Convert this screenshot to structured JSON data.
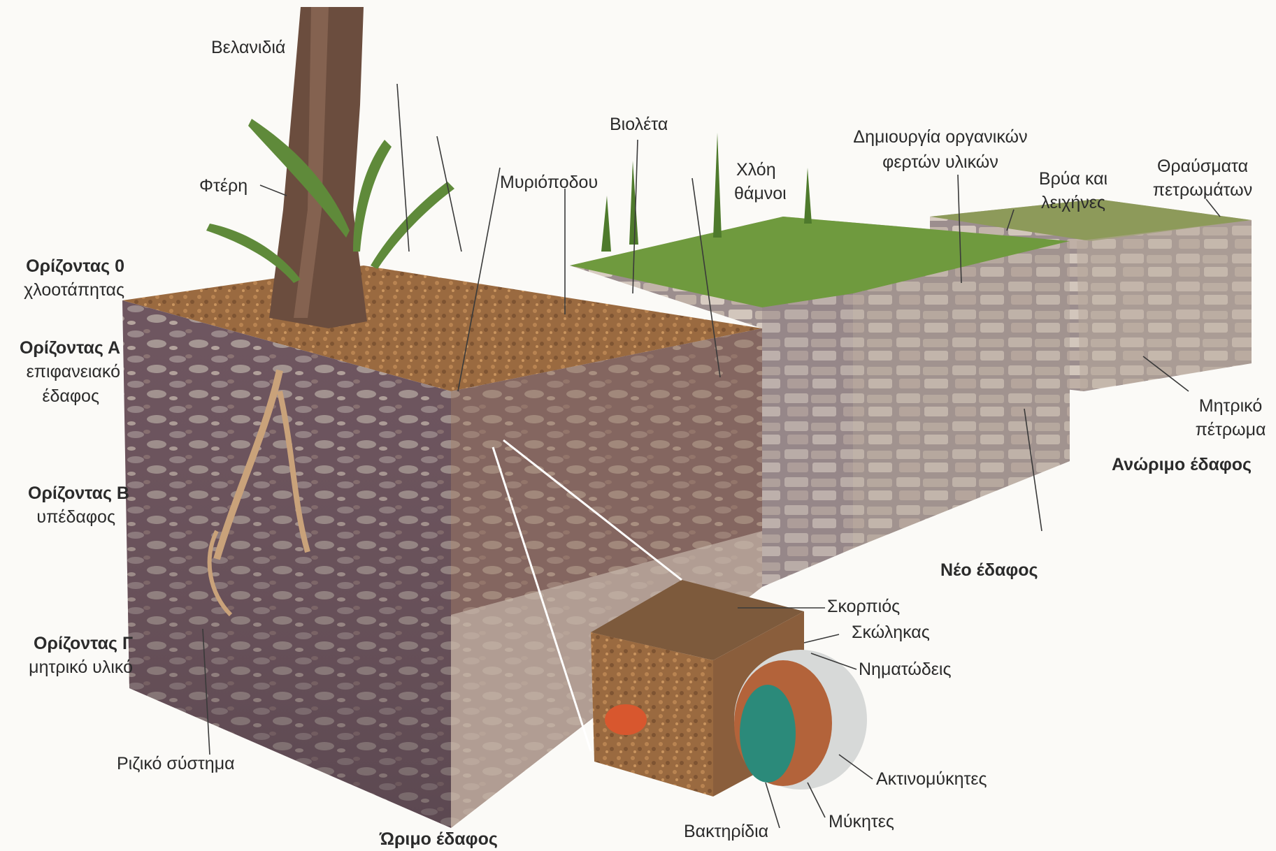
{
  "horizons": [
    {
      "title": "Ορίζοντας 0",
      "desc": [
        "χλοοτάπητας"
      ]
    },
    {
      "title": "Ορίζοντας Α",
      "desc": [
        "επιφανειακό",
        "έδαφος"
      ]
    },
    {
      "title": "Ορίζοντας Β",
      "desc": [
        "υπέδαφος"
      ]
    },
    {
      "title": "Ορίζοντας Γ",
      "desc": [
        "μητρικό υλικό"
      ]
    }
  ],
  "soil_types": {
    "mature": "Ώριμο έδαφος",
    "young": "Νέο έδαφος",
    "immature": "Ανώριμο έδαφος"
  },
  "labels": {
    "oak": "Βελανιδιά",
    "fern": "Φτέρη",
    "millipede": "Μυριόποδου",
    "violet": "Βιολέτα",
    "grass_line1": "Χλόη",
    "grass_line2": "θάμνοι",
    "organic_line1": "Δημιουργία οργανικών",
    "organic_line2": "φερτών υλικών",
    "moss_line1": "Βρύα και",
    "moss_line2": "λειχήνες",
    "rock_fragments_line1": "Θραύσματα",
    "rock_fragments_line2": "πετρωμάτων",
    "parent_rock_line1": "Μητρικό",
    "parent_rock_line2": "πέτρωμα",
    "root_system": "Ριζικό σύστημα",
    "scorpion": "Σκορπιός",
    "worm": "Σκώληκας",
    "nematodes": "Νηματώδεις",
    "actinomycetes": "Ακτινομύκητες",
    "fungi": "Μύκητες",
    "bacteria": "Βακτηρίδια"
  },
  "colors": {
    "soil_dark": "#5e4a52",
    "soil_mid": "#8a6a5a",
    "soil_top": "#b5703a",
    "grass": "#5f8a3a",
    "rock_light": "#c9b9a8",
    "leader_line": "#3a3a3a"
  }
}
